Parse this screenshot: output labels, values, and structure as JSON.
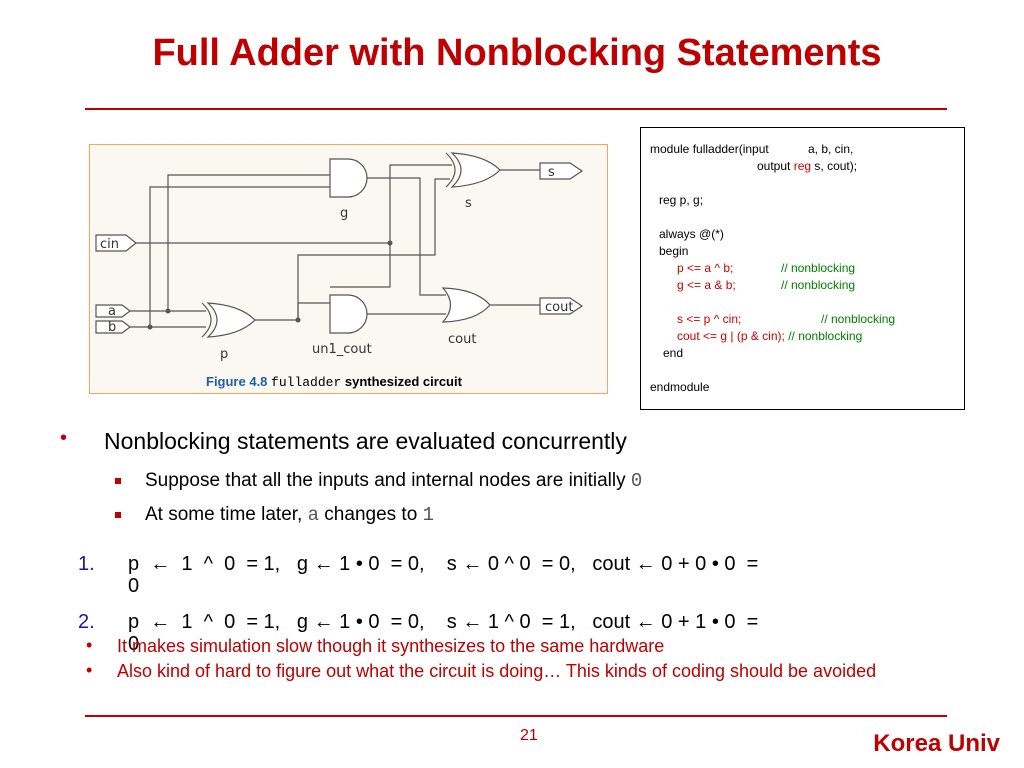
{
  "slide": {
    "title": "Full Adder with Nonblocking Statements",
    "page_number": "21",
    "footer": "Korea Univ"
  },
  "figure": {
    "labels": {
      "cin": "cin",
      "a": "a",
      "b": "b",
      "s": "s",
      "cout": "cout",
      "g": "g",
      "s_gate": "s",
      "p": "p",
      "un1_cout": "un1_cout",
      "cout_gate": "cout"
    },
    "caption_num": "Figure 4.8",
    "caption_mono": "fulladder",
    "caption_text": "synthesized circuit"
  },
  "code": {
    "l1a": "module fulladder(input",
    "l1b": "a, b, cin,",
    "l2a": "output",
    "l2b": "reg",
    "l2c": "s, cout);",
    "l3": "reg p, g;",
    "l4": "always @(*)",
    "l5": "begin",
    "l6a": "p <= a ^ b;",
    "l6b": "// nonblocking",
    "l7a": "g <= a & b;",
    "l7b": "// nonblocking",
    "l8a": "s <= p ^ cin;",
    "l8b": "// nonblocking",
    "l9a": "cout <= g | (p & cin);",
    "l9b": "// nonblocking",
    "l10": "end",
    "l11": "endmodule"
  },
  "bullets": {
    "b1": "Nonblocking statements are evaluated concurrently",
    "b2_text": "Suppose that all the inputs and internal nodes are initially ",
    "b2_val": "0",
    "b3_pre": "At some time later, ",
    "b3_var": "a",
    "b3_mid": " changes to ",
    "b3_val": "1"
  },
  "steps": [
    {
      "num": "1.",
      "line": "p  ←  1  ^  0  = 1,   g ← 1 • 0  = 0,    s ← 0 ^ 0  = 0,   cout ← 0 + 0 • 0  =",
      "tail": "0"
    },
    {
      "num": "2.",
      "line": "p  ←  1  ^  0  = 1,   g ← 1 • 0  = 0,    s ← 1 ^ 0  = 1,   cout ← 0 + 1 • 0  =",
      "tail": "0"
    }
  ],
  "notes": [
    "It makes simulation slow though it synthesizes to the same hardware",
    "Also kind of hard to figure out what the circuit is doing… This kinds of coding should be avoided"
  ]
}
